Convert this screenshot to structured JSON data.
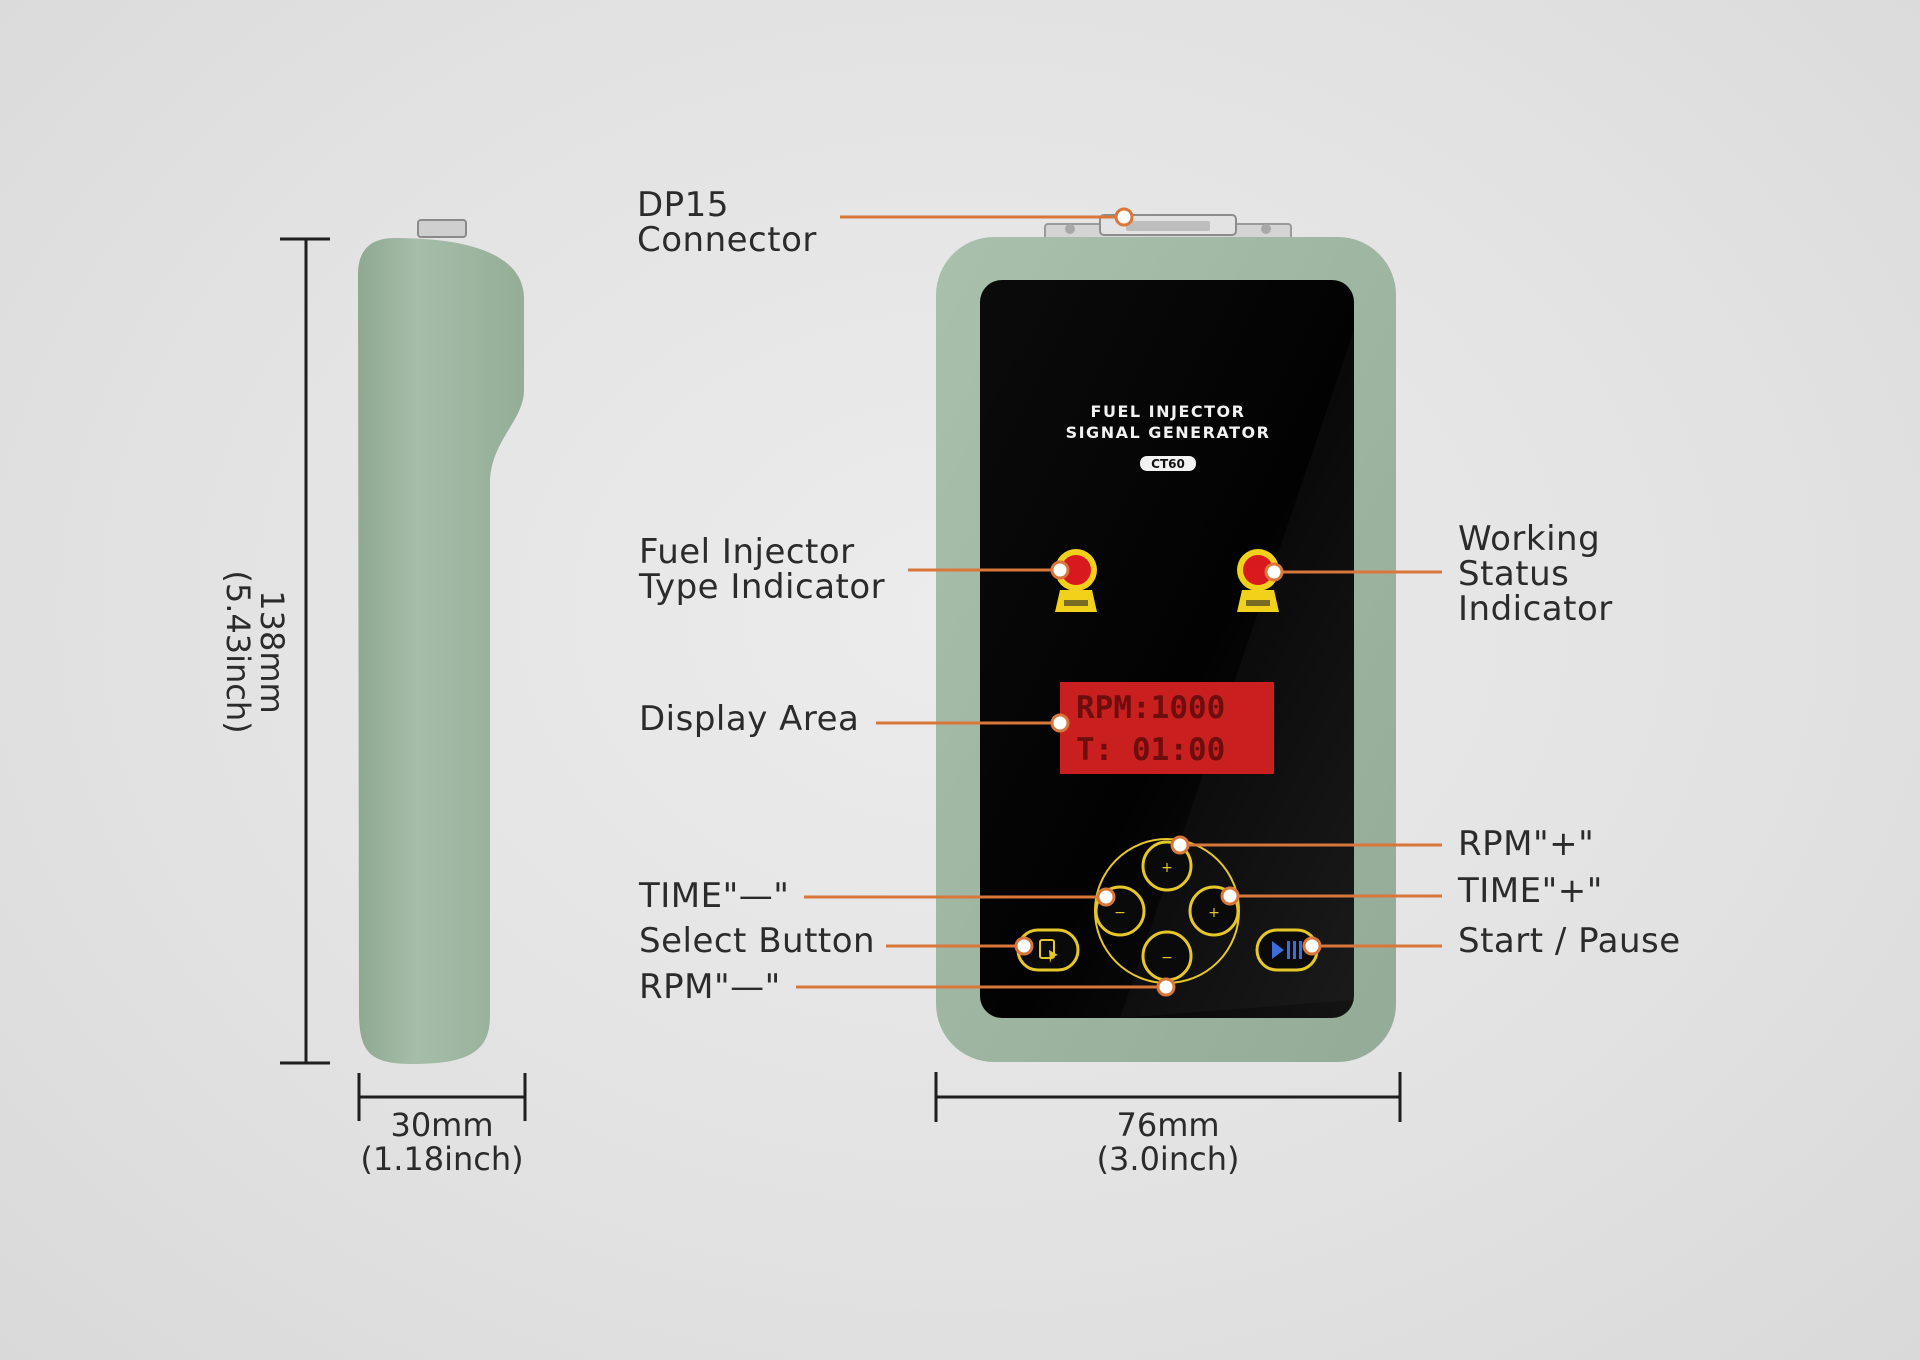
{
  "colors": {
    "background": "#e4e4e4",
    "shell": "#9fb7a3",
    "screen": "#050505",
    "callout_line": "#d9763a",
    "indicator_red": "#d8191e",
    "indicator_yellow": "#f2d11b",
    "display_red": "#c91f1f",
    "button_yellow": "#e6c72a"
  },
  "device": {
    "panel_title_line1": "FUEL INJECTOR",
    "panel_title_line2": "SIGNAL GENERATOR",
    "model_badge": "CT60",
    "display_line1": "RPM:1000",
    "display_line2": "T: 01:00"
  },
  "callouts": {
    "connector": [
      "DP15",
      "Connector"
    ],
    "type_indicator": [
      "Fuel Injector",
      "Type Indicator"
    ],
    "status_indicator": [
      "Working",
      "Status",
      "Indicator"
    ],
    "display_area": "Display Area",
    "time_minus": "TIME\"—\"",
    "select_button": "Select Button",
    "rpm_minus": "RPM\"—\"",
    "rpm_plus": "RPM\"+\"",
    "time_plus": "TIME\"+\"",
    "start_pause": "Start / Pause"
  },
  "dimensions": {
    "height": [
      "138mm",
      "(5.43inch)"
    ],
    "depth": [
      "30mm",
      "(1.18inch)"
    ],
    "width": [
      "76mm",
      "(3.0inch)"
    ]
  },
  "icons": [
    "injector-type-led-icon",
    "working-status-led-icon",
    "select-icon",
    "play-pause-icon"
  ]
}
